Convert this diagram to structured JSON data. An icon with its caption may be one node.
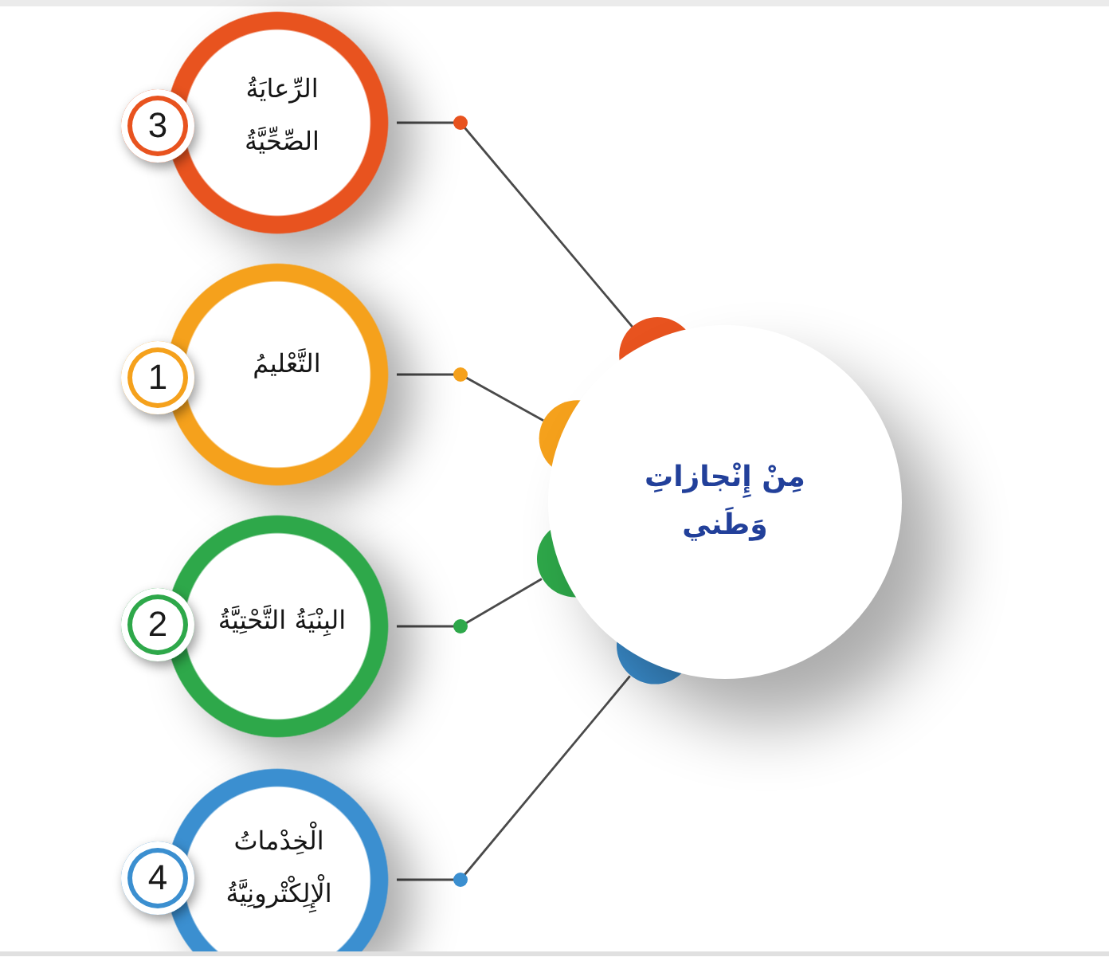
{
  "diagram": {
    "nodes": [
      {
        "text": [
          "مِنْ إِنْجازاتِ وَطَني"
        ]
      },
      {
        "text": [
          "الرِّعايَةُ الصِّحِّيَّةُ"
        ]
      },
      {
        "text": [
          "3"
        ]
      },
      {
        "text": [
          "التَّعْليمُ"
        ]
      },
      {
        "text": [
          "1"
        ]
      },
      {
        "text": [
          "البِنْيَةُ التَّحْتِيَّةُ"
        ]
      },
      {
        "text": [
          "2"
        ]
      },
      {
        "text": [
          "الْخِدْماتُ الْإِلِكْتْرونِيَّةُ"
        ]
      },
      {
        "text": [
          "4"
        ]
      }
    ],
    "edges": [
      {
        "from": 1,
        "to": 0,
        "arrow": "none"
      },
      {
        "from": 3,
        "to": 0,
        "arrow": "none"
      },
      {
        "from": 5,
        "to": 0,
        "arrow": "none"
      },
      {
        "from": 7,
        "to": 0,
        "arrow": "none"
      }
    ]
  }
}
